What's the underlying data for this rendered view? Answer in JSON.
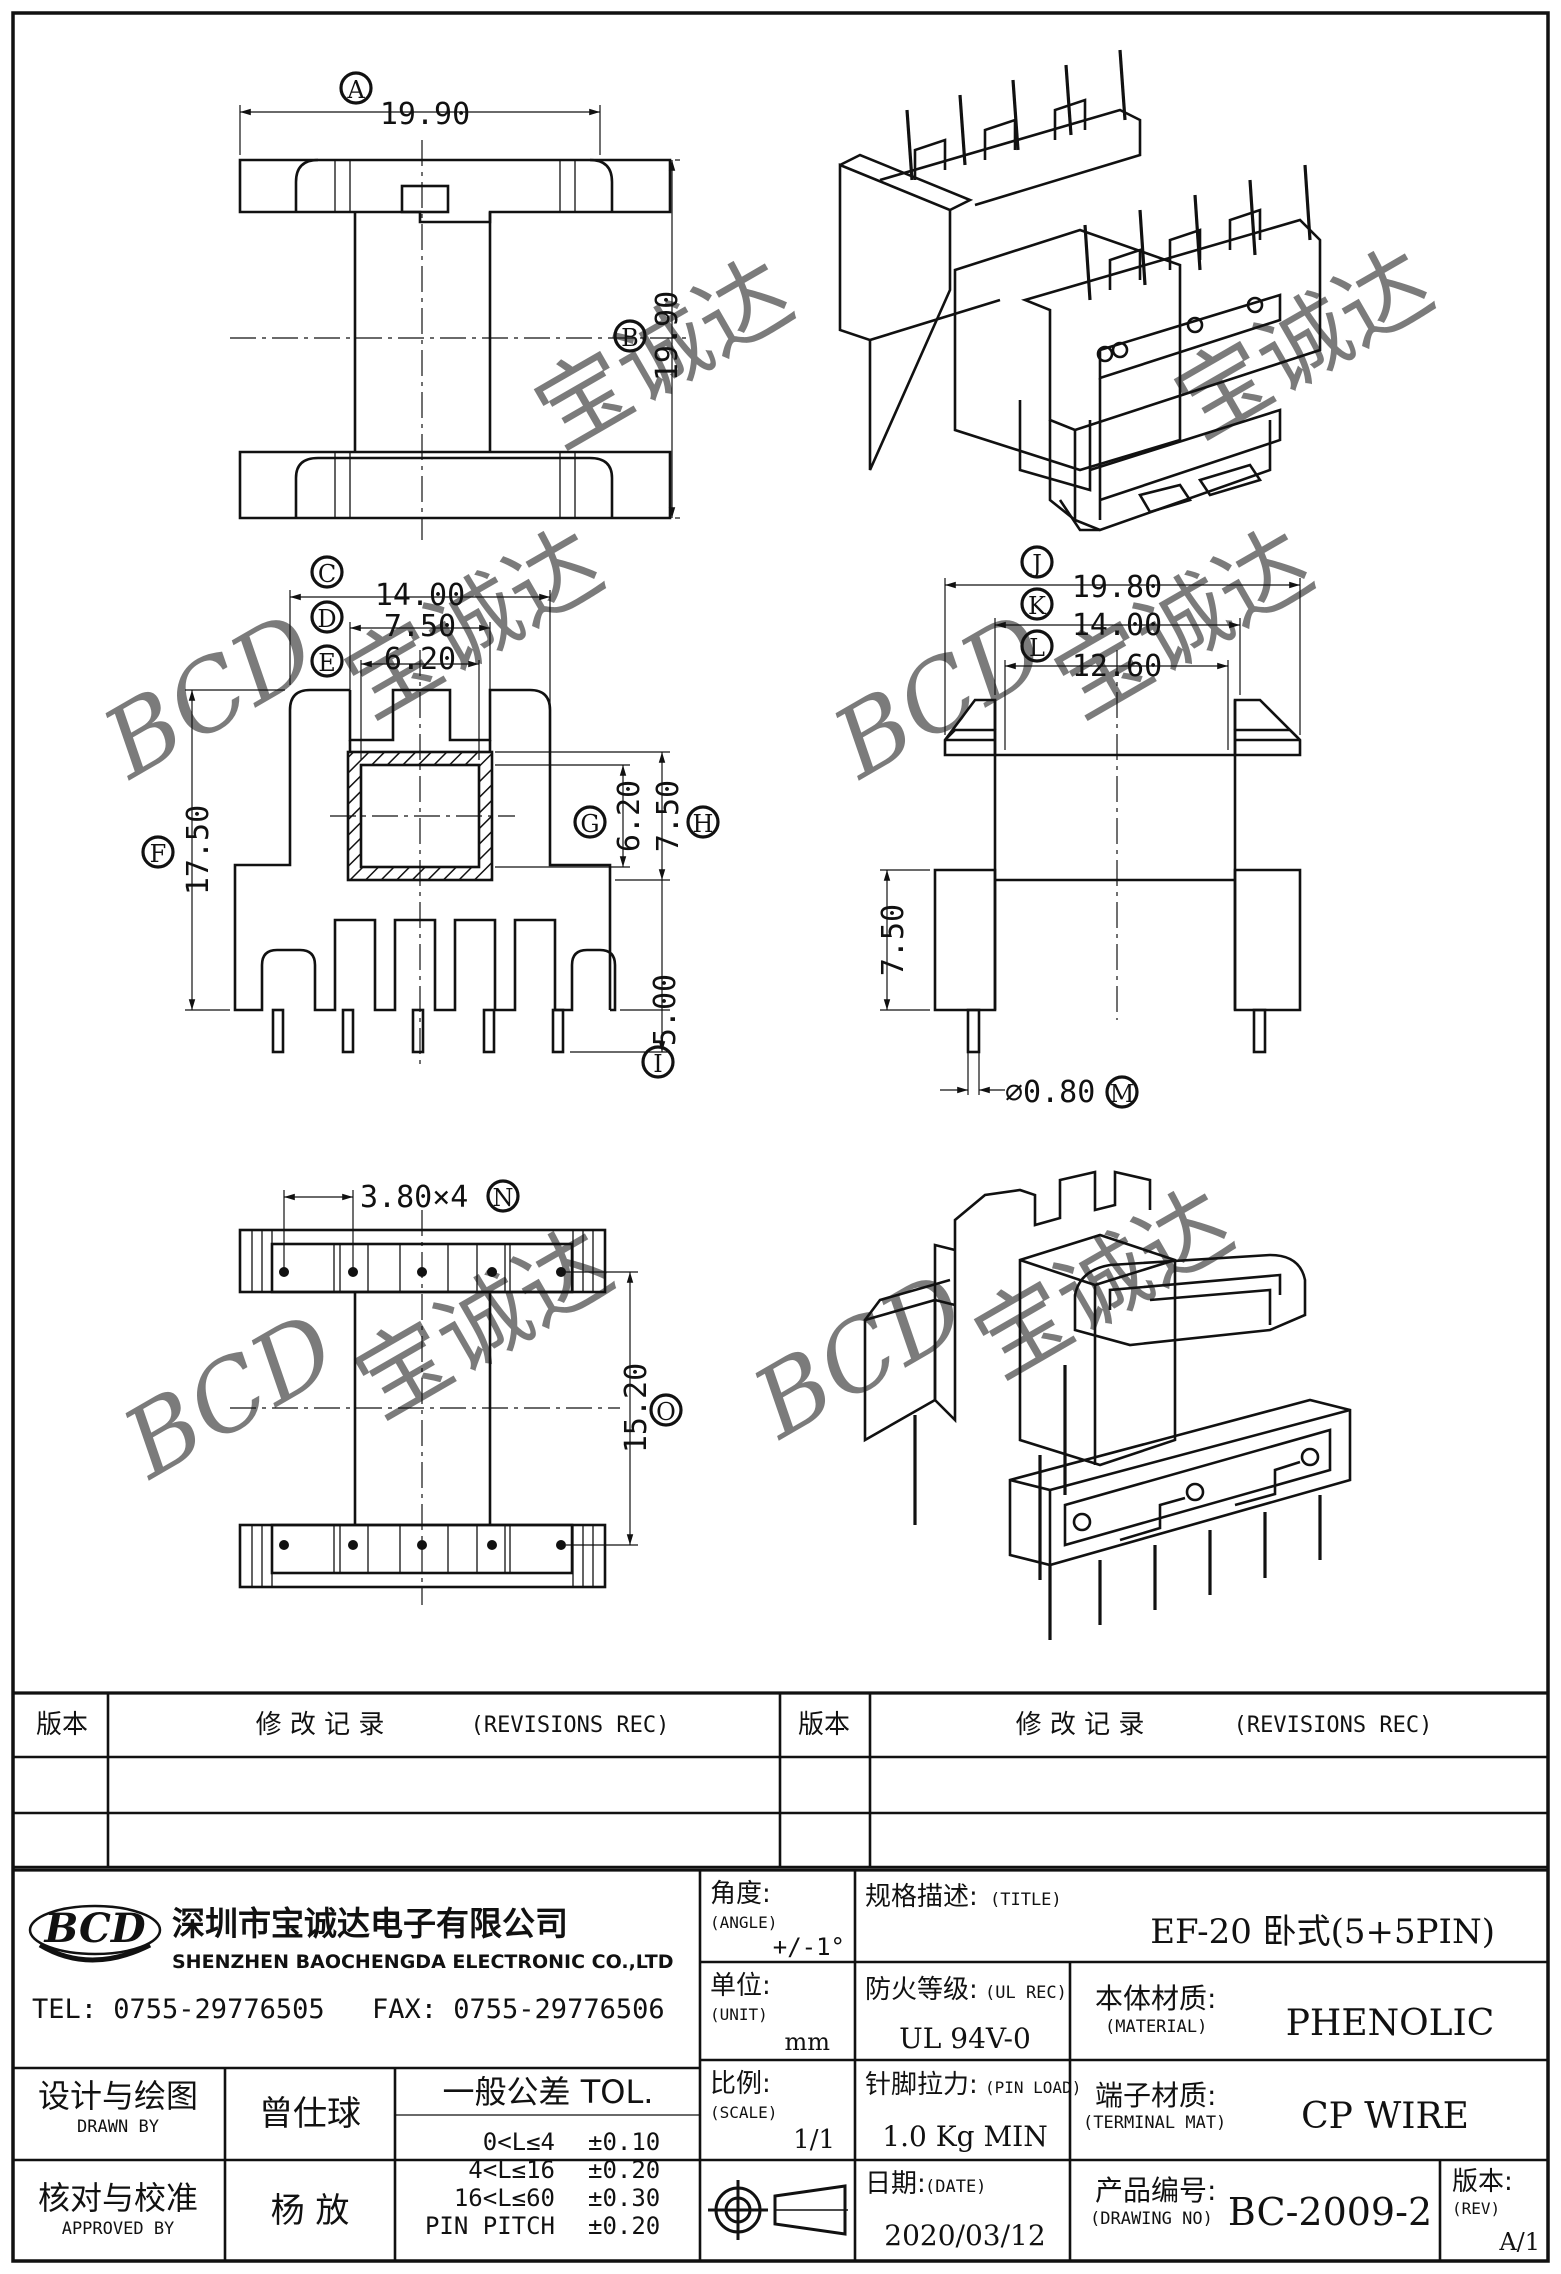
{
  "watermark": {
    "logo": "BCD",
    "name": "宝诚达"
  },
  "dims": {
    "A": {
      "letter": "A",
      "value": "19.90"
    },
    "B": {
      "letter": "B",
      "value": "19.90"
    },
    "C": {
      "letter": "C",
      "value": "14.00"
    },
    "D": {
      "letter": "D",
      "value": "7.50"
    },
    "E": {
      "letter": "E",
      "value": "6.20"
    },
    "F": {
      "letter": "F",
      "value": "17.50"
    },
    "G": {
      "letter": "G",
      "value": "6.20"
    },
    "H": {
      "letter": "H",
      "value": "7.50"
    },
    "I": {
      "letter": "I",
      "value": "5.00"
    },
    "J": {
      "letter": "J",
      "value": "19.80"
    },
    "K": {
      "letter": "K",
      "value": "14.00"
    },
    "L": {
      "letter": "L",
      "value": "12.60"
    },
    "M": {
      "letter": "M",
      "value": "⌀0.80"
    },
    "N": {
      "letter": "N",
      "value": "3.80×4"
    },
    "O": {
      "letter": "O",
      "value": "15.20"
    },
    "side_height": {
      "value": "7.50"
    }
  },
  "revisions": {
    "rev_label": "版本",
    "rec_label": "修 改 记 录",
    "rec_en": "(REVISIONS REC)"
  },
  "company": {
    "logo": "BCD",
    "name_cn": "深圳市宝诚达电子有限公司",
    "name_en": "SHENZHEN BAOCHENGDA ELECTRONIC CO.,LTD",
    "tel": "TEL: 0755-29776505",
    "fax": "FAX: 0755-29776506"
  },
  "titleblock": {
    "angle_label": "角度:",
    "angle_en": "(ANGLE)",
    "angle_value": "+/-1°",
    "unit_label": "单位:",
    "unit_en": "(UNIT)",
    "unit_value": "mm",
    "scale_label": "比例:",
    "scale_en": "(SCALE)",
    "scale_value": "1/1",
    "title_label": "规格描述:",
    "title_en": "(TITLE)",
    "title_value": "EF-20 卧式(5+5PIN)",
    "fire_label": "防火等级:",
    "fire_en": "(UL REC)",
    "fire_value": "UL 94V-0",
    "material_label": "本体材质:",
    "material_en": "(MATERIAL)",
    "material_value": "PHENOLIC",
    "pinload_label": "针脚拉力:",
    "pinload_en": "(PIN LOAD)",
    "pinload_value": "1.0 Kg MIN",
    "terminal_label": "端子材质:",
    "terminal_en": "(TERMINAL MAT)",
    "terminal_value": "CP WIRE",
    "date_label": "日期:",
    "date_en": "(DATE)",
    "date_value": "2020/03/12",
    "drawing_label": "产品编号:",
    "drawing_en": "(DRAWING NO)",
    "drawing_value": "BC-2009-2",
    "rev_label": "版本:",
    "rev_en": "(REV)",
    "rev_value": "A/1",
    "drawn_label": "设计与绘图",
    "drawn_en": "DRAWN BY",
    "drawn_name": "曾仕球",
    "approved_label": "核对与校准",
    "approved_en": "APPROVED BY",
    "approved_name": "杨 放",
    "tol_label": "一般公差 TOL.",
    "tol_rows": [
      {
        "range": "0<L≤4",
        "value": "±0.10"
      },
      {
        "range": "4<L≤16",
        "value": "±0.20"
      },
      {
        "range": "16<L≤60",
        "value": "±0.30"
      },
      {
        "range": "PIN PITCH",
        "value": "±0.20"
      }
    ]
  },
  "colors": {
    "line": "#111111",
    "paper": "#ffffff",
    "watermark": "#d9d9d9"
  }
}
